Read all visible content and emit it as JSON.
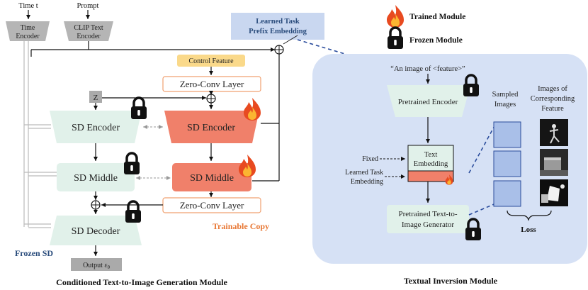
{
  "inputs": {
    "time_label": "Time t",
    "prompt_label": "Prompt",
    "time_encoder": [
      "Time",
      "Encoder"
    ],
    "clip_encoder": [
      "CLIP Text",
      "Encoder"
    ]
  },
  "left_module": {
    "control_feature": "Control Feature",
    "zero_conv_top": "Zero-Conv Layer",
    "zero_conv_bottom": "Zero-Conv Layer",
    "z_label": "Z",
    "sd_encoder_frozen": "SD Encoder",
    "sd_encoder_trainable": "SD Encoder",
    "sd_middle_frozen": "SD Middle",
    "sd_middle_trainable": "SD Middle",
    "sd_decoder": "SD Decoder",
    "output": "Output ε",
    "output_sub": "θ",
    "trainable_copy": "Trainable Copy",
    "frozen_sd": "Frozen SD",
    "caption": "Conditioned Text-to-Image Generation Module"
  },
  "learned_prefix": [
    "Learned Task",
    "Prefix Embedding"
  ],
  "legend": {
    "trained": "Trained Module",
    "frozen": "Frozen Module"
  },
  "right_module": {
    "prompt_quote": "“An image of <feature>”",
    "pretrained_encoder": "Pretrained Encoder",
    "text_embedding": [
      "Text",
      "Embedding"
    ],
    "fixed": "Fixed",
    "learned_task_embedding": [
      "Learned Task",
      "Embedding"
    ],
    "generator": [
      "Pretrained Text-to-",
      "Image Generator"
    ],
    "sampled_images": [
      "Sampled",
      "Images"
    ],
    "corresponding_feature": [
      "Images of",
      "Corresponding",
      "Feature"
    ],
    "loss": "Loss",
    "caption": "Textual Inversion Module"
  },
  "colors": {
    "frozen_fill": "#e1f1ea",
    "trainable_fill": "#f0806a",
    "control_fill": "#fad98a",
    "panel_fill": "#d6e1f5",
    "prefix_fill": "#c9d7f0",
    "sample_fill": "#a9bfe8",
    "dashed_blue": "#2a4c9c",
    "trainable_text": "#e87835",
    "frozen_text": "#2a4c7c"
  }
}
